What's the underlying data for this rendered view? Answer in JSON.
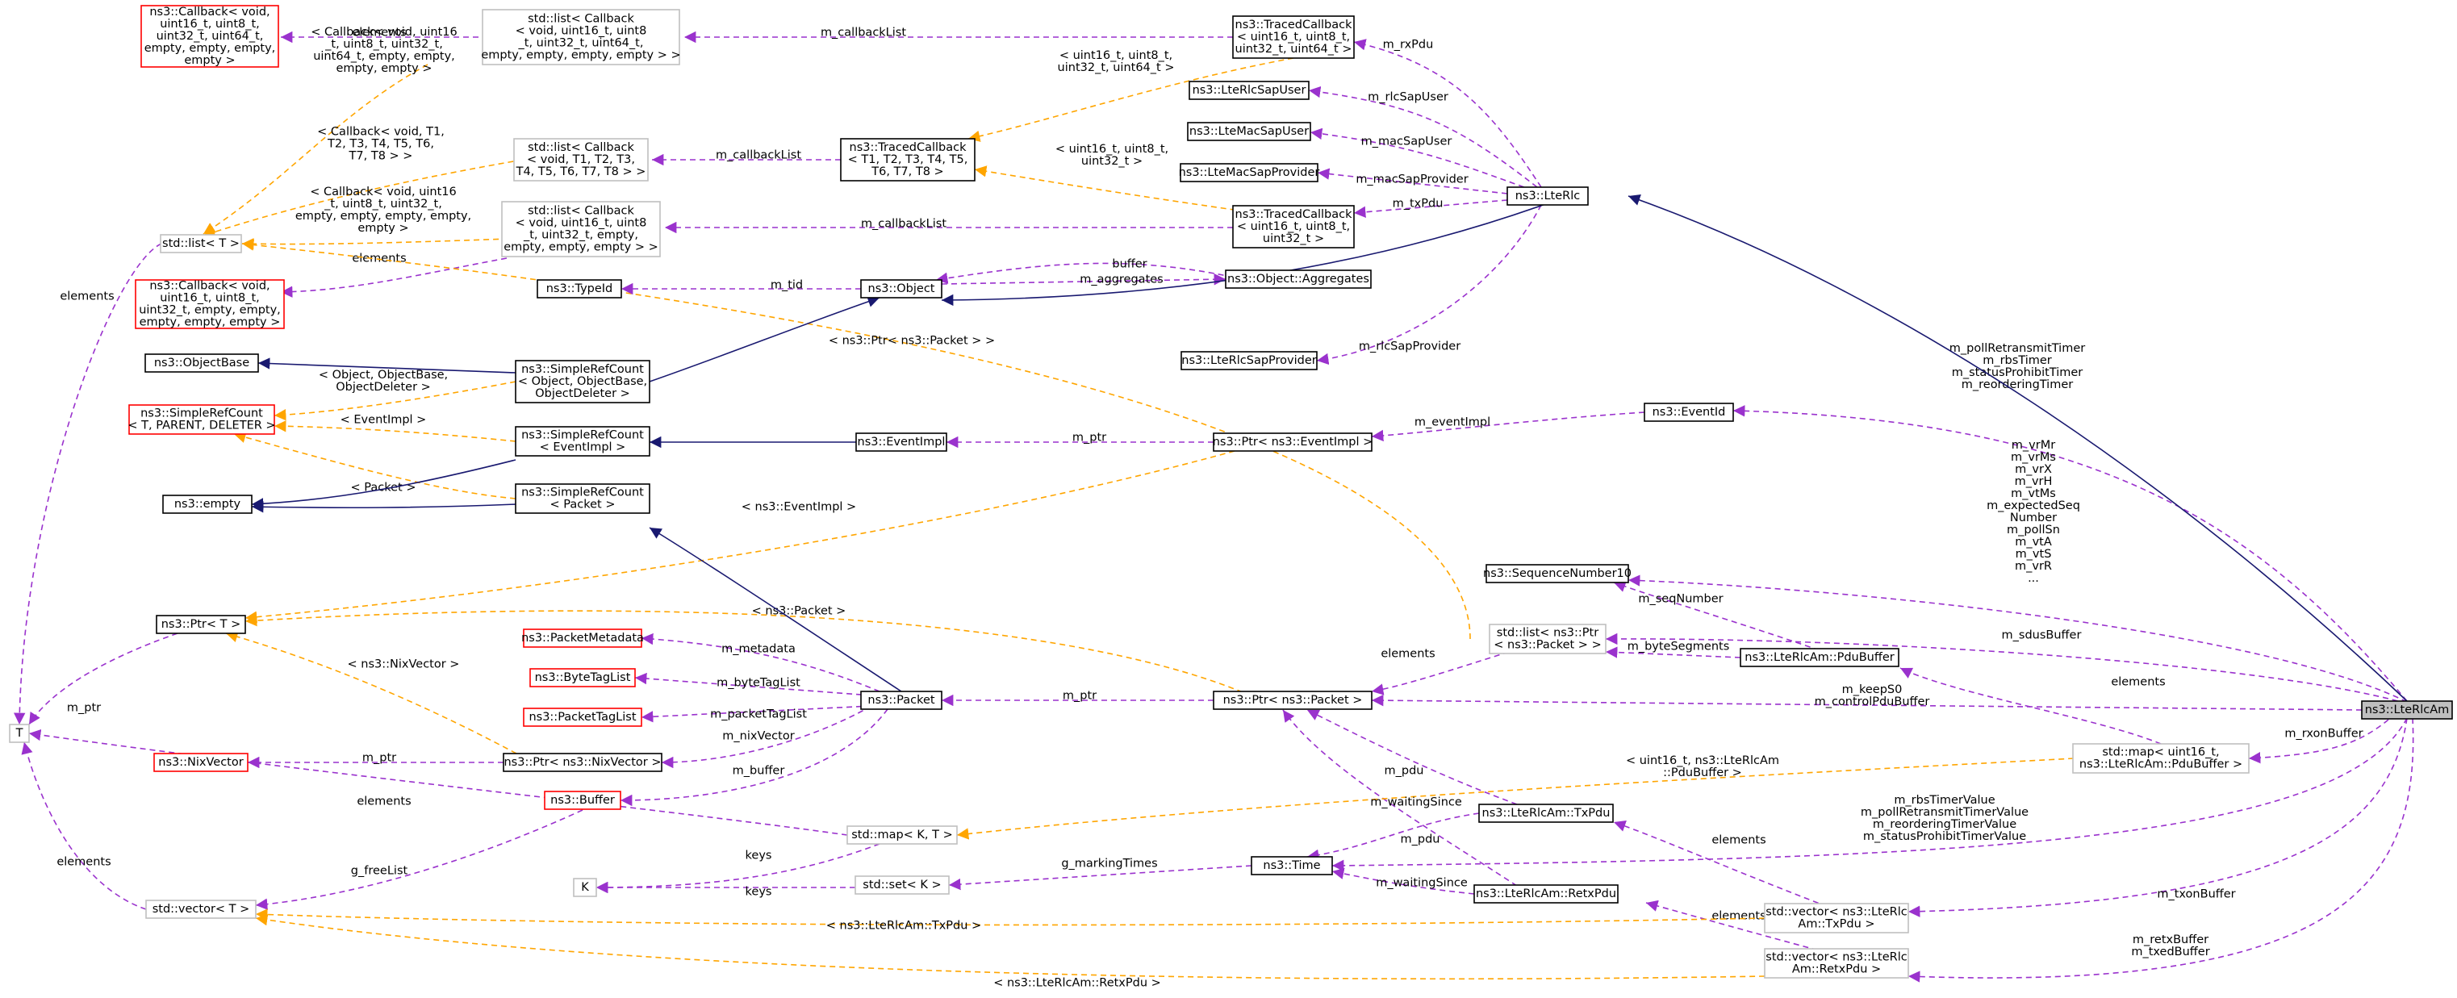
{
  "colors": {
    "inherit": "#191970",
    "usage": "#9a32cd",
    "template": "#ffa500",
    "box_normal": "#000000",
    "box_template": "#bfbfbf",
    "box_undoc": "#ff0000",
    "focus_fill": "#bfbfbf"
  },
  "nodes": {
    "ltelrcam": {
      "label": [
        "ns3::LteRlcAm"
      ],
      "style": "focus"
    },
    "ltelrc": {
      "label": [
        "ns3::LteRlc"
      ],
      "style": "normal"
    },
    "object": {
      "label": [
        "ns3::Object"
      ],
      "style": "normal"
    },
    "objectagg": {
      "label": [
        "ns3::Object::Aggregates"
      ],
      "style": "normal"
    },
    "typeid": {
      "label": [
        "ns3::TypeId"
      ],
      "style": "normal"
    },
    "objectbase": {
      "label": [
        "ns3::ObjectBase"
      ],
      "style": "normal"
    },
    "empty": {
      "label": [
        "ns3::empty"
      ],
      "style": "normal"
    },
    "simplerefcount_tpl": {
      "label": [
        "ns3::SimpleRefCount",
        "< T, PARENT, DELETER >"
      ],
      "style": "undoc"
    },
    "src_obj": {
      "label": [
        "ns3::SimpleRefCount",
        "< Object, ObjectBase,",
        "ObjectDeleter >"
      ],
      "style": "normal"
    },
    "src_evt": {
      "label": [
        "ns3::SimpleRefCount",
        "< EventImpl >"
      ],
      "style": "normal"
    },
    "src_pkt": {
      "label": [
        "ns3::SimpleRefCount",
        "< Packet >"
      ],
      "style": "normal"
    },
    "eventimpl": {
      "label": [
        "ns3::EventImpl"
      ],
      "style": "normal"
    },
    "ptr_evt": {
      "label": [
        "ns3::Ptr< ns3::EventImpl >"
      ],
      "style": "normal"
    },
    "eventid": {
      "label": [
        "ns3::EventId"
      ],
      "style": "normal"
    },
    "tc_a": {
      "label": [
        "ns3::TracedCallback",
        "< uint16_t, uint8_t,",
        "uint32_t, uint64_t >"
      ],
      "style": "normal"
    },
    "tc_tpl": {
      "label": [
        "ns3::TracedCallback",
        "< T1, T2, T3, T4, T5,",
        "T6, T7, T8 >"
      ],
      "style": "normal"
    },
    "tc_b": {
      "label": [
        "ns3::TracedCallback",
        "< uint16_t, uint8_t,",
        "uint32_t >"
      ],
      "style": "normal"
    },
    "rlcsapuser": {
      "label": [
        "ns3::LteRlcSapUser"
      ],
      "style": "normal"
    },
    "macsapuser": {
      "label": [
        "ns3::LteMacSapUser"
      ],
      "style": "normal"
    },
    "macsapprov": {
      "label": [
        "ns3::LteMacSapProvider"
      ],
      "style": "normal"
    },
    "rlcsapprov": {
      "label": [
        "ns3::LteRlcSapProvider"
      ],
      "style": "normal"
    },
    "list_cb_a": {
      "label": [
        "std::list< Callback",
        "< void, uint16_t, uint8",
        "_t, uint32_t, uint64_t,",
        " empty, empty, empty, empty > >"
      ],
      "style": "template"
    },
    "list_cb_tpl": {
      "label": [
        "std::list< Callback",
        "< void, T1, T2, T3,",
        "T4, T5, T6, T7, T8 > >"
      ],
      "style": "template"
    },
    "list_cb_b": {
      "label": [
        "std::list< Callback",
        "< void, uint16_t, uint8",
        "_t, uint32_t, empty,",
        "empty, empty, empty > >"
      ],
      "style": "template"
    },
    "cb_a": {
      "label": [
        "ns3::Callback< void,",
        "uint16_t, uint8_t,",
        "uint32_t, uint64_t,",
        "empty, empty, empty,",
        "empty >"
      ],
      "style": "undoc"
    },
    "cb_b": {
      "label": [
        "ns3::Callback< void,",
        "uint16_t, uint8_t,",
        "uint32_t, empty, empty,",
        "empty, empty, empty >"
      ],
      "style": "undoc"
    },
    "stdlist_t": {
      "label": [
        "std::list< T >"
      ],
      "style": "template"
    },
    "T": {
      "label": [
        "T"
      ],
      "style": "template"
    },
    "K": {
      "label": [
        "K"
      ],
      "style": "template"
    },
    "ptr_t": {
      "label": [
        "ns3::Ptr< T >"
      ],
      "style": "normal"
    },
    "packet": {
      "label": [
        "ns3::Packet"
      ],
      "style": "normal"
    },
    "pktmeta": {
      "label": [
        "ns3::PacketMetadata"
      ],
      "style": "undoc"
    },
    "bytetaglist": {
      "label": [
        "ns3::ByteTagList"
      ],
      "style": "undoc"
    },
    "pkttaglist": {
      "label": [
        "ns3::PacketTagList"
      ],
      "style": "undoc"
    },
    "nixvector": {
      "label": [
        "ns3::NixVector"
      ],
      "style": "undoc"
    },
    "ptr_nix": {
      "label": [
        "ns3::Ptr< ns3::NixVector >"
      ],
      "style": "normal"
    },
    "buffer": {
      "label": [
        "ns3::Buffer"
      ],
      "style": "undoc"
    },
    "ptr_pkt": {
      "label": [
        "ns3::Ptr< ns3::Packet >"
      ],
      "style": "normal"
    },
    "seqnum": {
      "label": [
        "ns3::SequenceNumber10"
      ],
      "style": "normal"
    },
    "list_ptr_pkt": {
      "label": [
        "std::list< ns3::Ptr",
        "< ns3::Packet > >"
      ],
      "style": "template"
    },
    "pdubuffer": {
      "label": [
        "ns3::LteRlcAm::PduBuffer"
      ],
      "style": "normal"
    },
    "map_pdu": {
      "label": [
        "std::map< uint16_t,",
        "ns3::LteRlcAm::PduBuffer >"
      ],
      "style": "template"
    },
    "stdmap_kt": {
      "label": [
        "std::map< K, T >"
      ],
      "style": "template"
    },
    "stdset_k": {
      "label": [
        "std::set< K >"
      ],
      "style": "template"
    },
    "time": {
      "label": [
        "ns3::Time"
      ],
      "style": "normal"
    },
    "txpdu": {
      "label": [
        "ns3::LteRlcAm::TxPdu"
      ],
      "style": "normal"
    },
    "retxpdu": {
      "label": [
        "ns3::LteRlcAm::RetxPdu"
      ],
      "style": "normal"
    },
    "stdvector_t": {
      "label": [
        "std::vector< T >"
      ],
      "style": "template"
    },
    "vec_txpdu": {
      "label": [
        "std::vector< ns3::LteRlc",
        "Am::TxPdu >"
      ],
      "style": "template"
    },
    "vec_retxpdu": {
      "label": [
        "std::vector< ns3::LteRlc",
        "Am::RetxPdu >"
      ],
      "style": "template"
    }
  },
  "edges": {
    "e_cb_a_elements": {
      "label": [
        "elements"
      ],
      "kind": "usage"
    },
    "e_list_cb_a": {
      "label": [
        "< Callback< void, uint16",
        "_t, uint8_t, uint32_t,",
        "uint64_t, empty, empty,",
        "empty, empty >"
      ],
      "kind": "template"
    },
    "e_list_cb_tpl": {
      "label": [
        "< Callback< void, T1,",
        "T2, T3, T4, T5, T6,",
        "T7, T8 > >"
      ],
      "kind": "template"
    },
    "e_list_cb_b": {
      "label": [
        "< Callback< void, uint16",
        "_t, uint8_t, uint32_t,",
        "empty, empty, empty, empty,",
        "empty >"
      ],
      "kind": "template"
    },
    "e_cb_b_elements": {
      "label": [
        "elements"
      ],
      "kind": "usage"
    },
    "e_list_ptr_pkt_tpl": {
      "label": [
        "< ns3::Ptr< ns3::Packet > >"
      ],
      "kind": "template"
    },
    "e_stdlist_T": {
      "label": [
        "elements"
      ],
      "kind": "usage"
    },
    "e_tca_cblist": {
      "label": [
        "m_callbackList"
      ],
      "kind": "usage"
    },
    "e_tctpl_cblist": {
      "label": [
        "m_callbackList"
      ],
      "kind": "usage"
    },
    "e_tcb_cblist": {
      "label": [
        "m_callbackList"
      ],
      "kind": "usage"
    },
    "e_tca_tpl": {
      "label": [
        "< uint16_t, uint8_t,",
        "uint32_t, uint64_t >"
      ],
      "kind": "template"
    },
    "e_tcb_tpl": {
      "label": [
        "< uint16_t, uint8_t,",
        "uint32_t >"
      ],
      "kind": "template"
    },
    "e_rxpdu": {
      "label": [
        "m_rxPdu"
      ],
      "kind": "usage"
    },
    "e_rlcsapuser": {
      "label": [
        "m_rlcSapUser"
      ],
      "kind": "usage"
    },
    "e_macsapuser": {
      "label": [
        "m_macSapUser"
      ],
      "kind": "usage"
    },
    "e_macsapprov": {
      "label": [
        "m_macSapProvider"
      ],
      "kind": "usage"
    },
    "e_txpdu_cb": {
      "label": [
        "m_txPdu"
      ],
      "kind": "usage"
    },
    "e_rlcsapprov": {
      "label": [
        "m_rlcSapProvider"
      ],
      "kind": "usage"
    },
    "e_buffer_agg": {
      "label": [
        "buffer"
      ],
      "kind": "usage"
    },
    "e_aggregates": {
      "label": [
        "m_aggregates"
      ],
      "kind": "usage"
    },
    "e_tid": {
      "label": [
        "m_tid"
      ],
      "kind": "usage"
    },
    "e_src_obj_tpl": {
      "label": [
        "< Object, ObjectBase,",
        "ObjectDeleter >"
      ],
      "kind": "template"
    },
    "e_src_evt_tpl": {
      "label": [
        "< EventImpl >"
      ],
      "kind": "template"
    },
    "e_src_pkt_tpl": {
      "label": [
        "< Packet >"
      ],
      "kind": "template"
    },
    "e_ptr_evt": {
      "label": [
        "m_ptr"
      ],
      "kind": "usage"
    },
    "e_eventimpl": {
      "label": [
        "m_eventImpl"
      ],
      "kind": "usage"
    },
    "e_eventid": {
      "label": [
        "m_pollRetransmitTimer",
        "m_rbsTimer",
        "m_statusProhibitTimer",
        "m_reorderingTimer"
      ],
      "kind": "usage"
    },
    "e_ptr_evt_tpl": {
      "label": [
        "< ns3::EventImpl >"
      ],
      "kind": "template"
    },
    "e_ptr_pkt_tpl": {
      "label": [
        "< ns3::Packet >"
      ],
      "kind": "template"
    },
    "e_ptr_nix_tpl": {
      "label": [
        "< ns3::NixVector >"
      ],
      "kind": "template"
    },
    "e_ptr_t": {
      "label": [
        "m_ptr"
      ],
      "kind": "usage"
    },
    "e_metadata": {
      "label": [
        "m_metadata"
      ],
      "kind": "usage"
    },
    "e_bytetaglist": {
      "label": [
        "m_byteTagList"
      ],
      "kind": "usage"
    },
    "e_pkttaglist": {
      "label": [
        "m_packetTagList"
      ],
      "kind": "usage"
    },
    "e_nixvector": {
      "label": [
        "m_nixVector"
      ],
      "kind": "usage"
    },
    "e_buffer": {
      "label": [
        "m_buffer"
      ],
      "kind": "usage"
    },
    "e_nix_ptr": {
      "label": [
        "m_ptr"
      ],
      "kind": "usage"
    },
    "e_pkt_ptr": {
      "label": [
        "m_ptr"
      ],
      "kind": "usage"
    },
    "e_freelist": {
      "label": [
        "g_freeList"
      ],
      "kind": "usage"
    },
    "e_seqnum": {
      "label": [
        "m_vrMr",
        "m_vrMs",
        "m_vrX",
        "m_vrH",
        "m_vtMs",
        "m_expectedSeq",
        "Number",
        "m_pollSn",
        "m_vtA",
        "m_vtS",
        "m_vrR",
        "..."
      ],
      "kind": "usage"
    },
    "e_seqnum_pdu": {
      "label": [
        "m_seqNumber"
      ],
      "kind": "usage"
    },
    "e_sdusbuffer": {
      "label": [
        "m_sdusBuffer"
      ],
      "kind": "usage"
    },
    "e_bytesegments": {
      "label": [
        "m_byteSegments"
      ],
      "kind": "usage"
    },
    "e_listptr_elements": {
      "label": [
        "elements"
      ],
      "kind": "usage"
    },
    "e_keep": {
      "label": [
        "m_keepS0",
        "m_controlPduBuffer"
      ],
      "kind": "usage"
    },
    "e_txpdu_pdu": {
      "label": [
        "m_pdu"
      ],
      "kind": "usage"
    },
    "e_retx_pdu": {
      "label": [
        "m_pdu"
      ],
      "kind": "usage"
    },
    "e_pdubuffer_elements": {
      "label": [
        "elements"
      ],
      "kind": "usage"
    },
    "e_rxonbuffer": {
      "label": [
        "m_rxonBuffer"
      ],
      "kind": "usage"
    },
    "e_map_tpl": {
      "label": [
        "< uint16_t, ns3::LteRlcAm",
        "::PduBuffer >"
      ],
      "kind": "template"
    },
    "e_map_T": {
      "label": [
        "elements"
      ],
      "kind": "usage"
    },
    "e_map_keys": {
      "label": [
        "keys"
      ],
      "kind": "usage"
    },
    "e_set_keys": {
      "label": [
        "keys"
      ],
      "kind": "usage"
    },
    "e_markingtimes": {
      "label": [
        "g_markingTimes"
      ],
      "kind": "usage"
    },
    "e_wait_tx": {
      "label": [
        "m_waitingSince"
      ],
      "kind": "usage"
    },
    "e_wait_retx": {
      "label": [
        "m_waitingSince"
      ],
      "kind": "usage"
    },
    "e_timers": {
      "label": [
        "m_rbsTimerValue",
        "m_pollRetransmitTimerValue",
        "m_reorderingTimerValue",
        "m_statusProhibitTimerValue"
      ],
      "kind": "usage"
    },
    "e_vec_txpdu_el": {
      "label": [
        "elements"
      ],
      "kind": "usage"
    },
    "e_vec_retx_el": {
      "label": [
        "elements"
      ],
      "kind": "usage"
    },
    "e_txonbuffer": {
      "label": [
        "m_txonBuffer"
      ],
      "kind": "usage"
    },
    "e_retxbuffer": {
      "label": [
        "m_retxBuffer",
        "m_txedBuffer"
      ],
      "kind": "usage"
    },
    "e_vec_txpdu_tpl": {
      "label": [
        "< ns3::LteRlcAm::TxPdu >"
      ],
      "kind": "template"
    },
    "e_vec_retx_tpl": {
      "label": [
        "< ns3::LteRlcAm::RetxPdu >"
      ],
      "kind": "template"
    },
    "e_vector_T": {
      "label": [
        "elements"
      ],
      "kind": "usage"
    }
  }
}
